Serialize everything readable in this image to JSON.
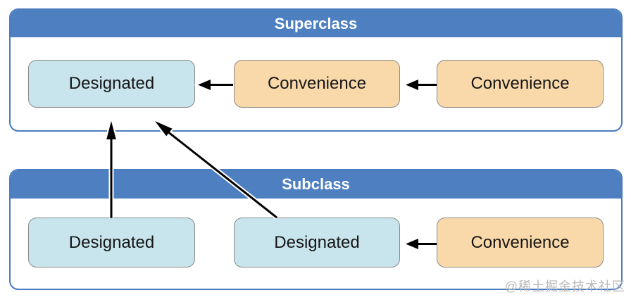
{
  "diagram": {
    "superclass": {
      "title": "Superclass",
      "boxes": [
        {
          "id": "superclass-designated",
          "label": "Designated",
          "type": "designated"
        },
        {
          "id": "superclass-convenience-1",
          "label": "Convenience",
          "type": "convenience"
        },
        {
          "id": "superclass-convenience-2",
          "label": "Convenience",
          "type": "convenience"
        }
      ]
    },
    "subclass": {
      "title": "Subclass",
      "boxes": [
        {
          "id": "subclass-designated-1",
          "label": "Designated",
          "type": "designated"
        },
        {
          "id": "subclass-designated-2",
          "label": "Designated",
          "type": "designated"
        },
        {
          "id": "subclass-convenience",
          "label": "Convenience",
          "type": "convenience"
        }
      ]
    },
    "edges": [
      {
        "from": "superclass-convenience-1",
        "to": "superclass-designated"
      },
      {
        "from": "superclass-convenience-2",
        "to": "superclass-convenience-1"
      },
      {
        "from": "subclass-designated-1",
        "to": "superclass-designated"
      },
      {
        "from": "subclass-designated-2",
        "to": "superclass-designated"
      },
      {
        "from": "subclass-convenience",
        "to": "subclass-designated-2"
      }
    ]
  },
  "watermark": "@稀土掘金技术社区",
  "colors": {
    "header_blue": "#4E80C1",
    "container_border_blue": "#4A7CBE",
    "designated_fill": "#C8E4EC",
    "convenience_fill": "#F9D9AA",
    "box_border_gray": "#8A8A8A",
    "arrow_black": "#000000",
    "watermark_gray": "#B9B9B9"
  }
}
